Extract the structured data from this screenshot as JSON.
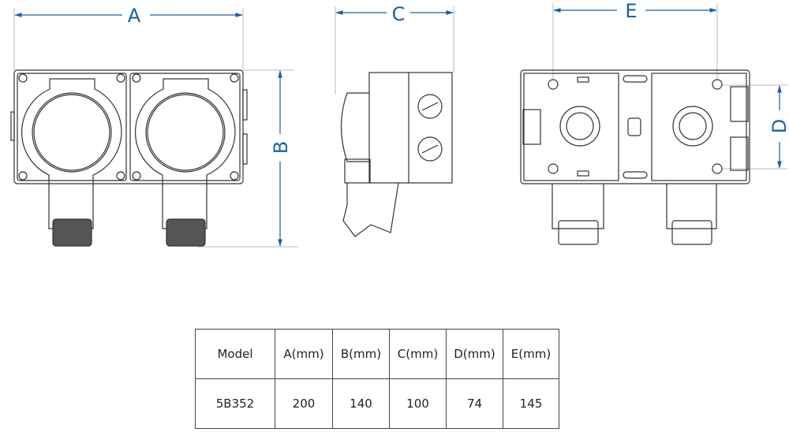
{
  "dimensions": {
    "a": "A",
    "b": "B",
    "c": "C",
    "d": "D",
    "e": "E"
  },
  "colors": {
    "dimension": "#1b5fa6",
    "extension": "#a9bccf",
    "outline": "#333333"
  },
  "table": {
    "headers": [
      "Model",
      "A(mm)",
      "B(mm)",
      "C(mm)",
      "D(mm)",
      "E(mm)"
    ],
    "rows": [
      [
        "5B352",
        "200",
        "140",
        "100",
        "74",
        "145"
      ]
    ]
  }
}
